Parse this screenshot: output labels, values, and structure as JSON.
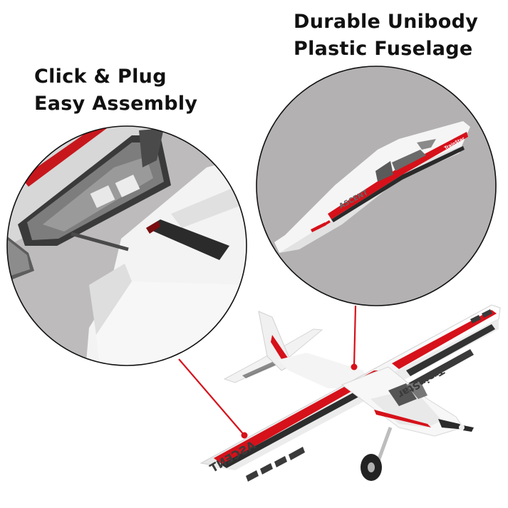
{
  "callouts": [
    {
      "id": "assembly",
      "lines": [
        "Click & Plug",
        "Easy Assembly"
      ]
    },
    {
      "id": "fuselage",
      "lines": [
        "Durable Unibody",
        "Plastic Fuselage"
      ]
    }
  ],
  "product": {
    "wing_text_left": "ASCENT",
    "wing_text_right": "TrainStar",
    "fuselage_text": "TrainStar",
    "detail_fuselage_text": "ASCENT"
  },
  "colors": {
    "background": "#ffffff",
    "accent_red": "#d6111a",
    "circle_gray": "#b3b1b2",
    "circle_border": "#111111",
    "text": "#111111"
  }
}
